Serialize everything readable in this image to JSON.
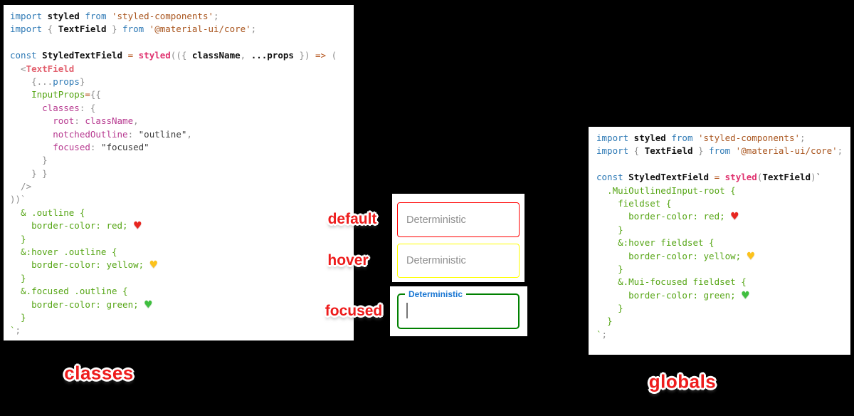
{
  "colors": {
    "background": "#000000",
    "default_border": "red",
    "hover_border": "yellow",
    "focused_border": "green",
    "notch_label_blue": "#1976d2",
    "label_red": "#ee1c1c",
    "placeholder_gray": "#8e8e8e"
  },
  "captions": {
    "left": "classes",
    "right": "globals"
  },
  "states": [
    {
      "key": "default",
      "label": "default",
      "placeholder": "Deterministic",
      "border_color": "red"
    },
    {
      "key": "hover",
      "label": "hover",
      "placeholder": "Deterministic",
      "border_color": "yellow"
    },
    {
      "key": "focused",
      "label": "focused",
      "notch_label": "Deterministic",
      "value": "",
      "border_color": "green"
    }
  ],
  "code_panels": {
    "classes": [
      [
        [
          "kw",
          "import"
        ],
        [
          "blkb",
          " styled "
        ],
        [
          "kw",
          "from"
        ],
        [
          "str",
          " 'styled-components'"
        ],
        [
          "pun",
          ";"
        ]
      ],
      [
        [
          "kw",
          "import"
        ],
        [
          "pun",
          " { "
        ],
        [
          "blkb",
          "TextField"
        ],
        [
          "pun",
          " } "
        ],
        [
          "kw",
          "from"
        ],
        [
          "str",
          " '@material-ui/core'"
        ],
        [
          "pun",
          ";"
        ]
      ],
      [],
      [
        [
          "kw",
          "const"
        ],
        [
          "blkb",
          " StyledTextField "
        ],
        [
          "op",
          "= "
        ],
        [
          "fn",
          "styled"
        ],
        [
          "pun",
          "(({ "
        ],
        [
          "blkb",
          "className"
        ],
        [
          "pun",
          ", "
        ],
        [
          "blkb",
          "...props"
        ],
        [
          "pun",
          " }) "
        ],
        [
          "op",
          "=> "
        ],
        [
          "pun",
          "("
        ]
      ],
      [
        [
          "pun",
          "  <"
        ],
        [
          "tag",
          "TextField"
        ]
      ],
      [
        [
          "pun",
          "    {..."
        ],
        [
          "kw",
          "props"
        ],
        [
          "pun",
          "}"
        ]
      ],
      [
        [
          "grn",
          "    InputProps"
        ],
        [
          "op",
          "="
        ],
        [
          "pun",
          "{{"
        ]
      ],
      [
        [
          "prop",
          "      classes"
        ],
        [
          "pun",
          ": {"
        ]
      ],
      [
        [
          "prop",
          "        root"
        ],
        [
          "pun",
          ": "
        ],
        [
          "prop",
          "className"
        ],
        [
          "pun",
          ","
        ]
      ],
      [
        [
          "prop",
          "        notchedOutline"
        ],
        [
          "pun",
          ": "
        ],
        [
          "dstr",
          "\"outline\""
        ],
        [
          "pun",
          ","
        ]
      ],
      [
        [
          "prop",
          "        focused"
        ],
        [
          "pun",
          ": "
        ],
        [
          "dstr",
          "\"focused\""
        ]
      ],
      [
        [
          "pun",
          "      }"
        ]
      ],
      [
        [
          "pun",
          "    } }"
        ]
      ],
      [
        [
          "pun",
          "  />"
        ]
      ],
      [
        [
          "pun",
          "))`"
        ]
      ],
      [
        [
          "grn",
          "  & .outline {"
        ]
      ],
      [
        [
          "grn",
          "    border-color: red; "
        ],
        [
          "hr",
          "♥"
        ]
      ],
      [
        [
          "grn",
          "  }"
        ]
      ],
      [
        [
          "grn",
          "  &:hover .outline {"
        ]
      ],
      [
        [
          "grn",
          "    border-color: yellow; "
        ],
        [
          "hy",
          "♥"
        ]
      ],
      [
        [
          "grn",
          "  }"
        ]
      ],
      [
        [
          "grn",
          "  &.focused .outline {"
        ]
      ],
      [
        [
          "grn",
          "    border-color: green; "
        ],
        [
          "hg",
          "♥"
        ]
      ],
      [
        [
          "grn",
          "  }"
        ]
      ],
      [
        [
          "grn",
          "`"
        ],
        [
          "pun",
          ";"
        ]
      ]
    ],
    "globals": [
      [
        [
          "kw",
          "import"
        ],
        [
          "blkb",
          " styled "
        ],
        [
          "kw",
          "from"
        ],
        [
          "str",
          " 'styled-components'"
        ],
        [
          "pun",
          ";"
        ]
      ],
      [
        [
          "kw",
          "import"
        ],
        [
          "pun",
          " { "
        ],
        [
          "blkb",
          "TextField"
        ],
        [
          "pun",
          " } "
        ],
        [
          "kw",
          "from"
        ],
        [
          "str",
          " '@material-ui/core'"
        ],
        [
          "pun",
          ";"
        ]
      ],
      [],
      [
        [
          "kw",
          "const"
        ],
        [
          "blkb",
          " StyledTextField "
        ],
        [
          "op",
          "= "
        ],
        [
          "fn",
          "styled"
        ],
        [
          "pun",
          "("
        ],
        [
          "blkb",
          "TextField"
        ],
        [
          "pun",
          ")"
        ],
        [
          "blk",
          "`"
        ]
      ],
      [
        [
          "grn",
          "  .MuiOutlinedInput-root {"
        ]
      ],
      [
        [
          "grn",
          "    fieldset {"
        ]
      ],
      [
        [
          "grn",
          "      border-color: red; "
        ],
        [
          "hr",
          "♥"
        ]
      ],
      [
        [
          "grn",
          "    }"
        ]
      ],
      [
        [
          "grn",
          "    &:hover fieldset {"
        ]
      ],
      [
        [
          "grn",
          "      border-color: yellow; "
        ],
        [
          "hy",
          "♥"
        ]
      ],
      [
        [
          "grn",
          "    }"
        ]
      ],
      [
        [
          "grn",
          "    &.Mui-focused fieldset {"
        ]
      ],
      [
        [
          "grn",
          "      border-color: green; "
        ],
        [
          "hg",
          "♥"
        ]
      ],
      [
        [
          "grn",
          "    }"
        ]
      ],
      [
        [
          "grn",
          "  }"
        ]
      ],
      [
        [
          "grn",
          "`"
        ],
        [
          "pun",
          ";"
        ]
      ]
    ]
  }
}
